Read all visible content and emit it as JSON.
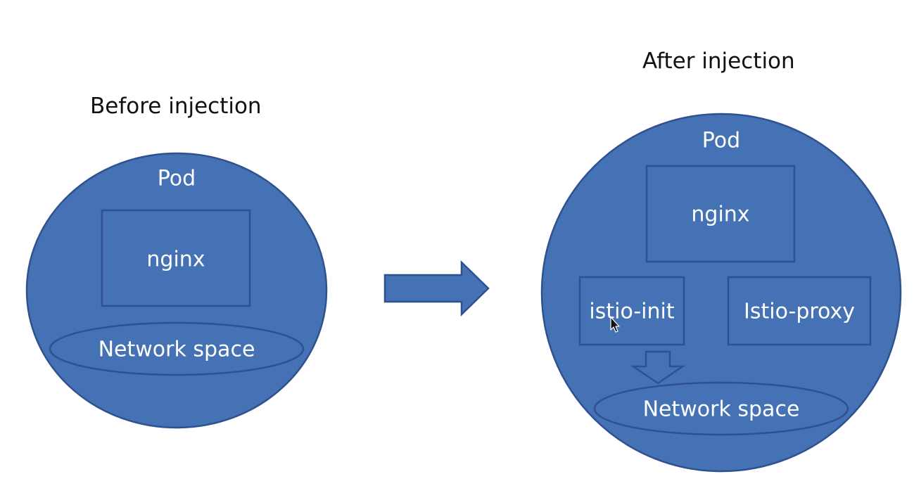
{
  "before": {
    "heading": "Before injection",
    "pod_label": "Pod",
    "container_label": "nginx",
    "network_label": "Network space"
  },
  "after": {
    "heading": "After injection",
    "pod_label": "Pod",
    "app_container_label": "nginx",
    "init_container_label": "istio-init",
    "proxy_container_label": "Istio-proxy",
    "network_label": "Network space"
  },
  "colors": {
    "shape_fill": "#4472b4",
    "shape_stroke": "#2f528f",
    "label_text": "#ffffff",
    "heading_text": "#111111"
  }
}
